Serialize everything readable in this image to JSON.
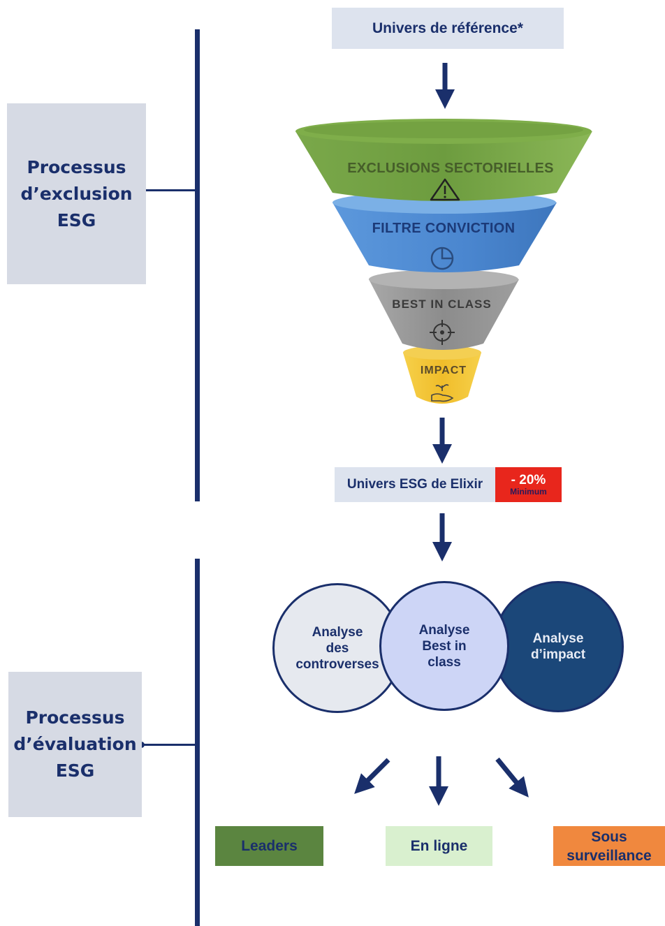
{
  "side_panels": {
    "exclusion": {
      "line1": "Processus",
      "line2": "d’exclusion",
      "line3": "ESG"
    },
    "evaluation": {
      "line1": "Processus",
      "line2": "d’évaluation",
      "line3": "ESG"
    }
  },
  "reference_universe": "Univers de référence*",
  "funnel": {
    "levels": [
      {
        "label": "EXCLUSIONS SECTORIELLES",
        "icon": "warning-triangle-icon",
        "color": "#6a9a3c"
      },
      {
        "label": "FILTRE CONVICTION",
        "icon": "pie-chart-icon",
        "color": "#4d8ad0"
      },
      {
        "label": "BEST IN CLASS",
        "icon": "crosshair-target-icon",
        "color": "#9a9a9a"
      },
      {
        "label": "IMPACT",
        "icon": "hand-plant-icon",
        "color": "#f2c230"
      }
    ]
  },
  "elixir_universe": {
    "label": "Univers ESG de Elixir",
    "badge_value": "- 20%",
    "badge_caption": "Minimum",
    "badge_color": "#e8261c"
  },
  "analyses": [
    {
      "line1": "Analyse",
      "line2": "des",
      "line3": "controverses",
      "color": "#e6e9ef"
    },
    {
      "line1": "Analyse",
      "line2": "Best in",
      "line3": "class",
      "color": "#cdd5f6"
    },
    {
      "line1": "Analyse",
      "line2": "d’impact",
      "color": "#1b4779"
    }
  ],
  "outcomes": [
    {
      "line1": "Leaders",
      "color": "#5b8540"
    },
    {
      "line1": "En ligne",
      "color": "#d9f0cf"
    },
    {
      "line1": "Sous",
      "line2": "surveillance",
      "color": "#f0883e"
    }
  ],
  "colors": {
    "navy": "#1a2f6b",
    "panel_bg": "#d6dae4"
  }
}
